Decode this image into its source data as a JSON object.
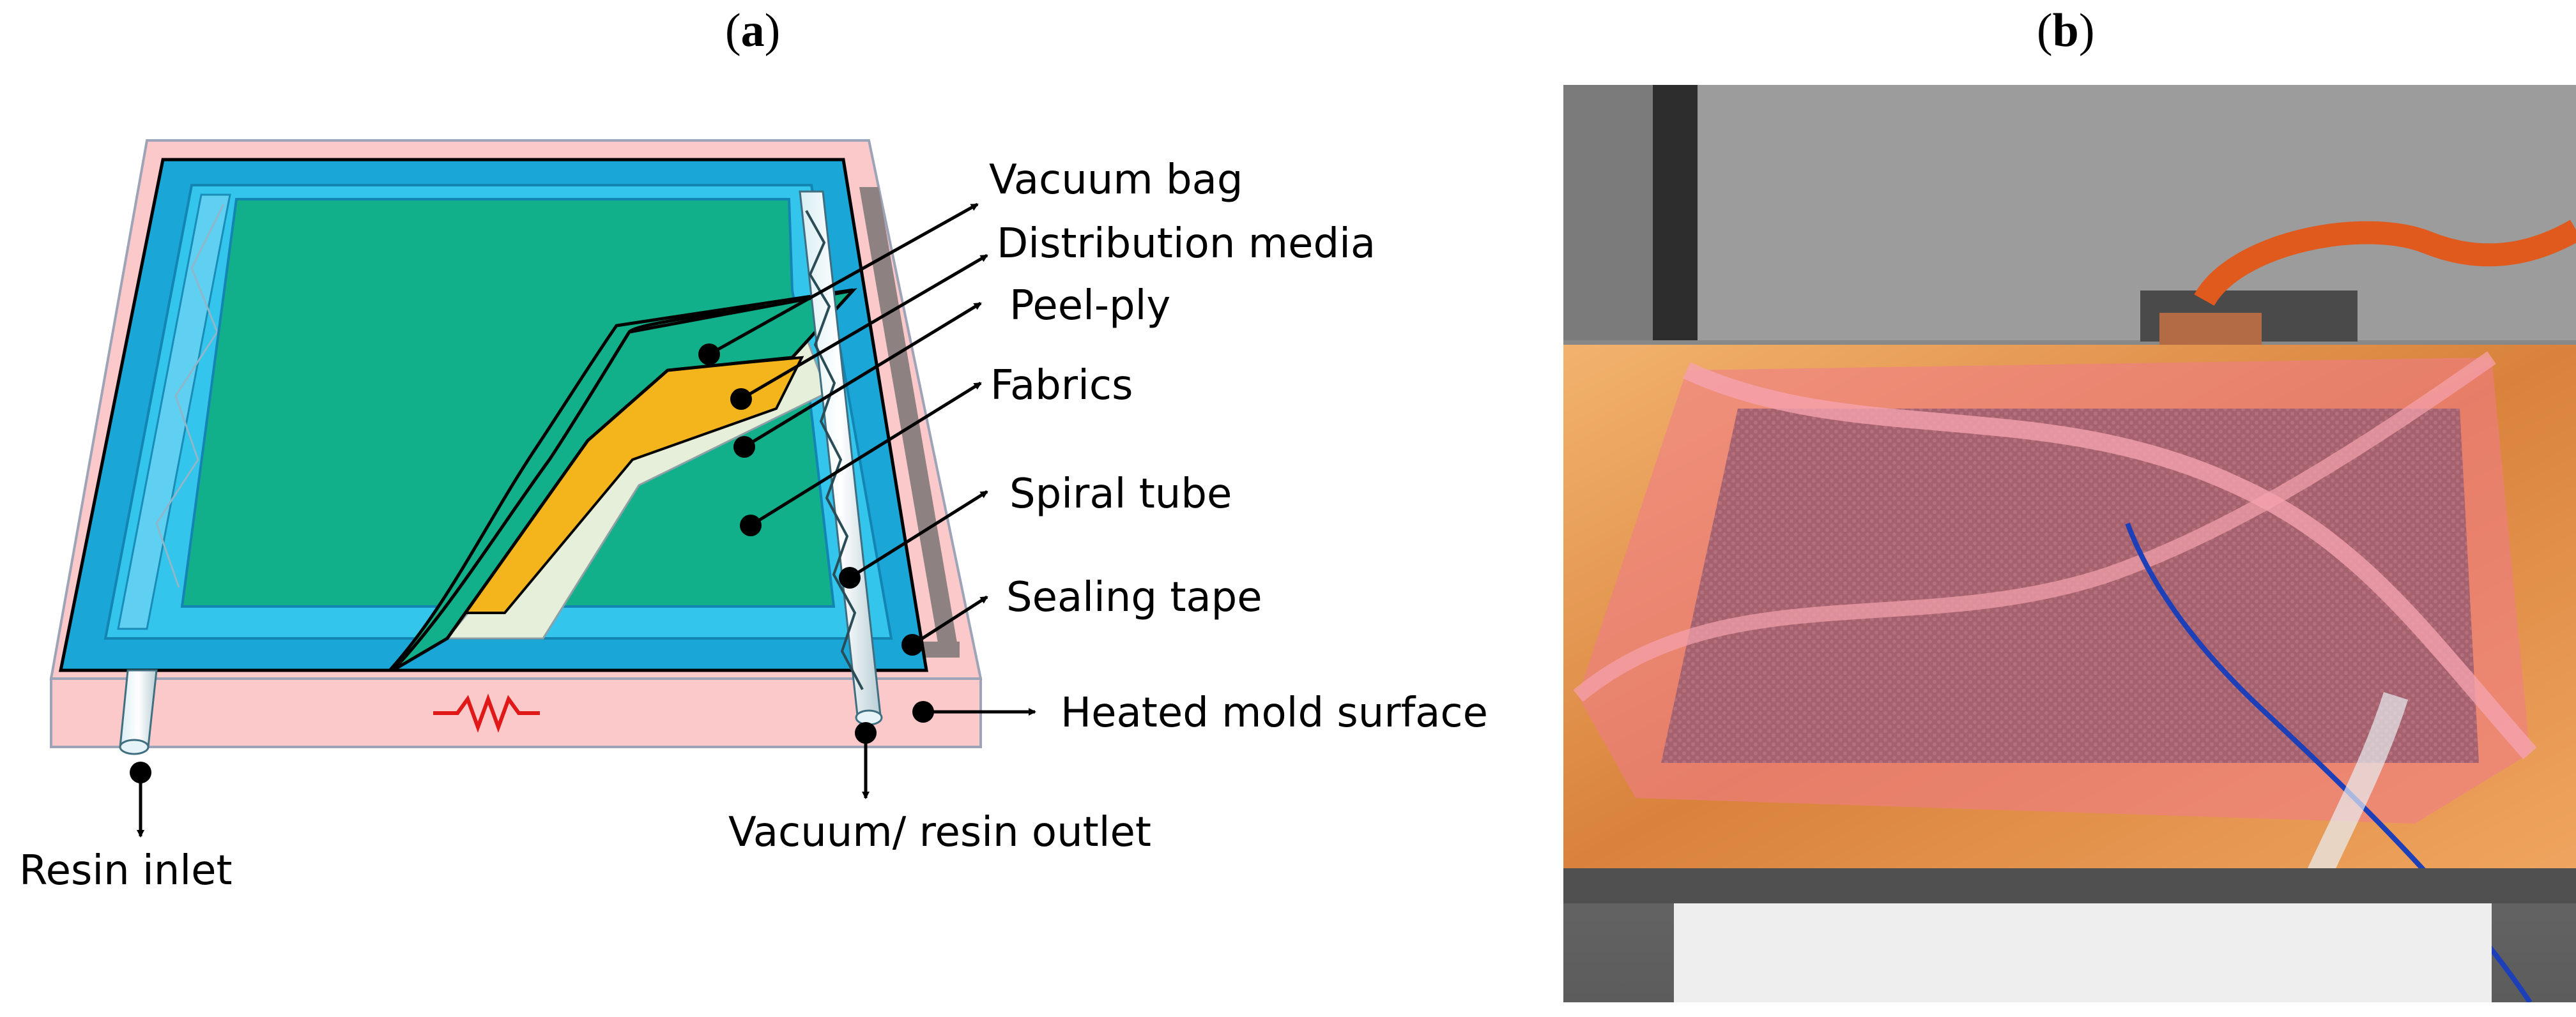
{
  "panels": {
    "a": {
      "label_open": "(",
      "label_letter": "a",
      "label_close": ")",
      "callouts": [
        "Vacuum bag",
        "Distribution media",
        "Peel-ply",
        "Fabrics",
        "Spiral tube",
        "Sealing tape",
        "Heated mold surface",
        "Vacuum/ resin outlet",
        "Resin inlet"
      ]
    },
    "b": {
      "label_open": "(",
      "label_letter": "b",
      "label_close": ")"
    }
  },
  "colors": {
    "mold_surface": "#fbc9c9",
    "vacuum_bag_edge": "#1aa6d6",
    "inner_green": "#12b08a",
    "distribution_media": "#f3b51b",
    "peel_ply": "#e5efd9",
    "fabrics": "#a79c9c",
    "sealing_tape": "#8d8181",
    "heater_line": "#e01818",
    "photo_bag_pink": "#f07a8c",
    "photo_mold_orange": "#e39a52"
  }
}
